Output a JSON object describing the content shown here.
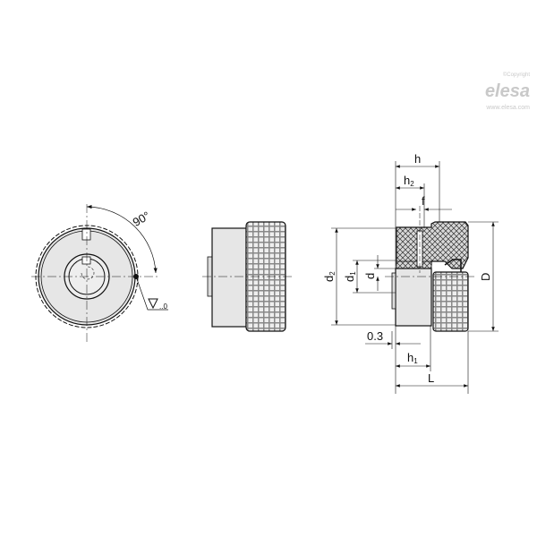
{
  "watermark": {
    "copyright": "©Copyright",
    "brand": "elesa",
    "url": "www.elesa.com"
  },
  "front_view": {
    "angle_label": "90°",
    "surface_symbol": "∇",
    "surface_value": "..0"
  },
  "section_view": {
    "dimensions": {
      "h": "h",
      "h2": "h",
      "h2_sub": "2",
      "f": "f",
      "d2": "d",
      "d2_sub": "2",
      "d1": "d",
      "d1_sub": "1",
      "d": "d",
      "D": "D",
      "gap": "0.3",
      "h1": "h",
      "h1_sub": "1",
      "L": "L"
    }
  },
  "colors": {
    "line": "#111111",
    "fill": "#e6e6e6",
    "knurl": "#9a9a9a"
  }
}
